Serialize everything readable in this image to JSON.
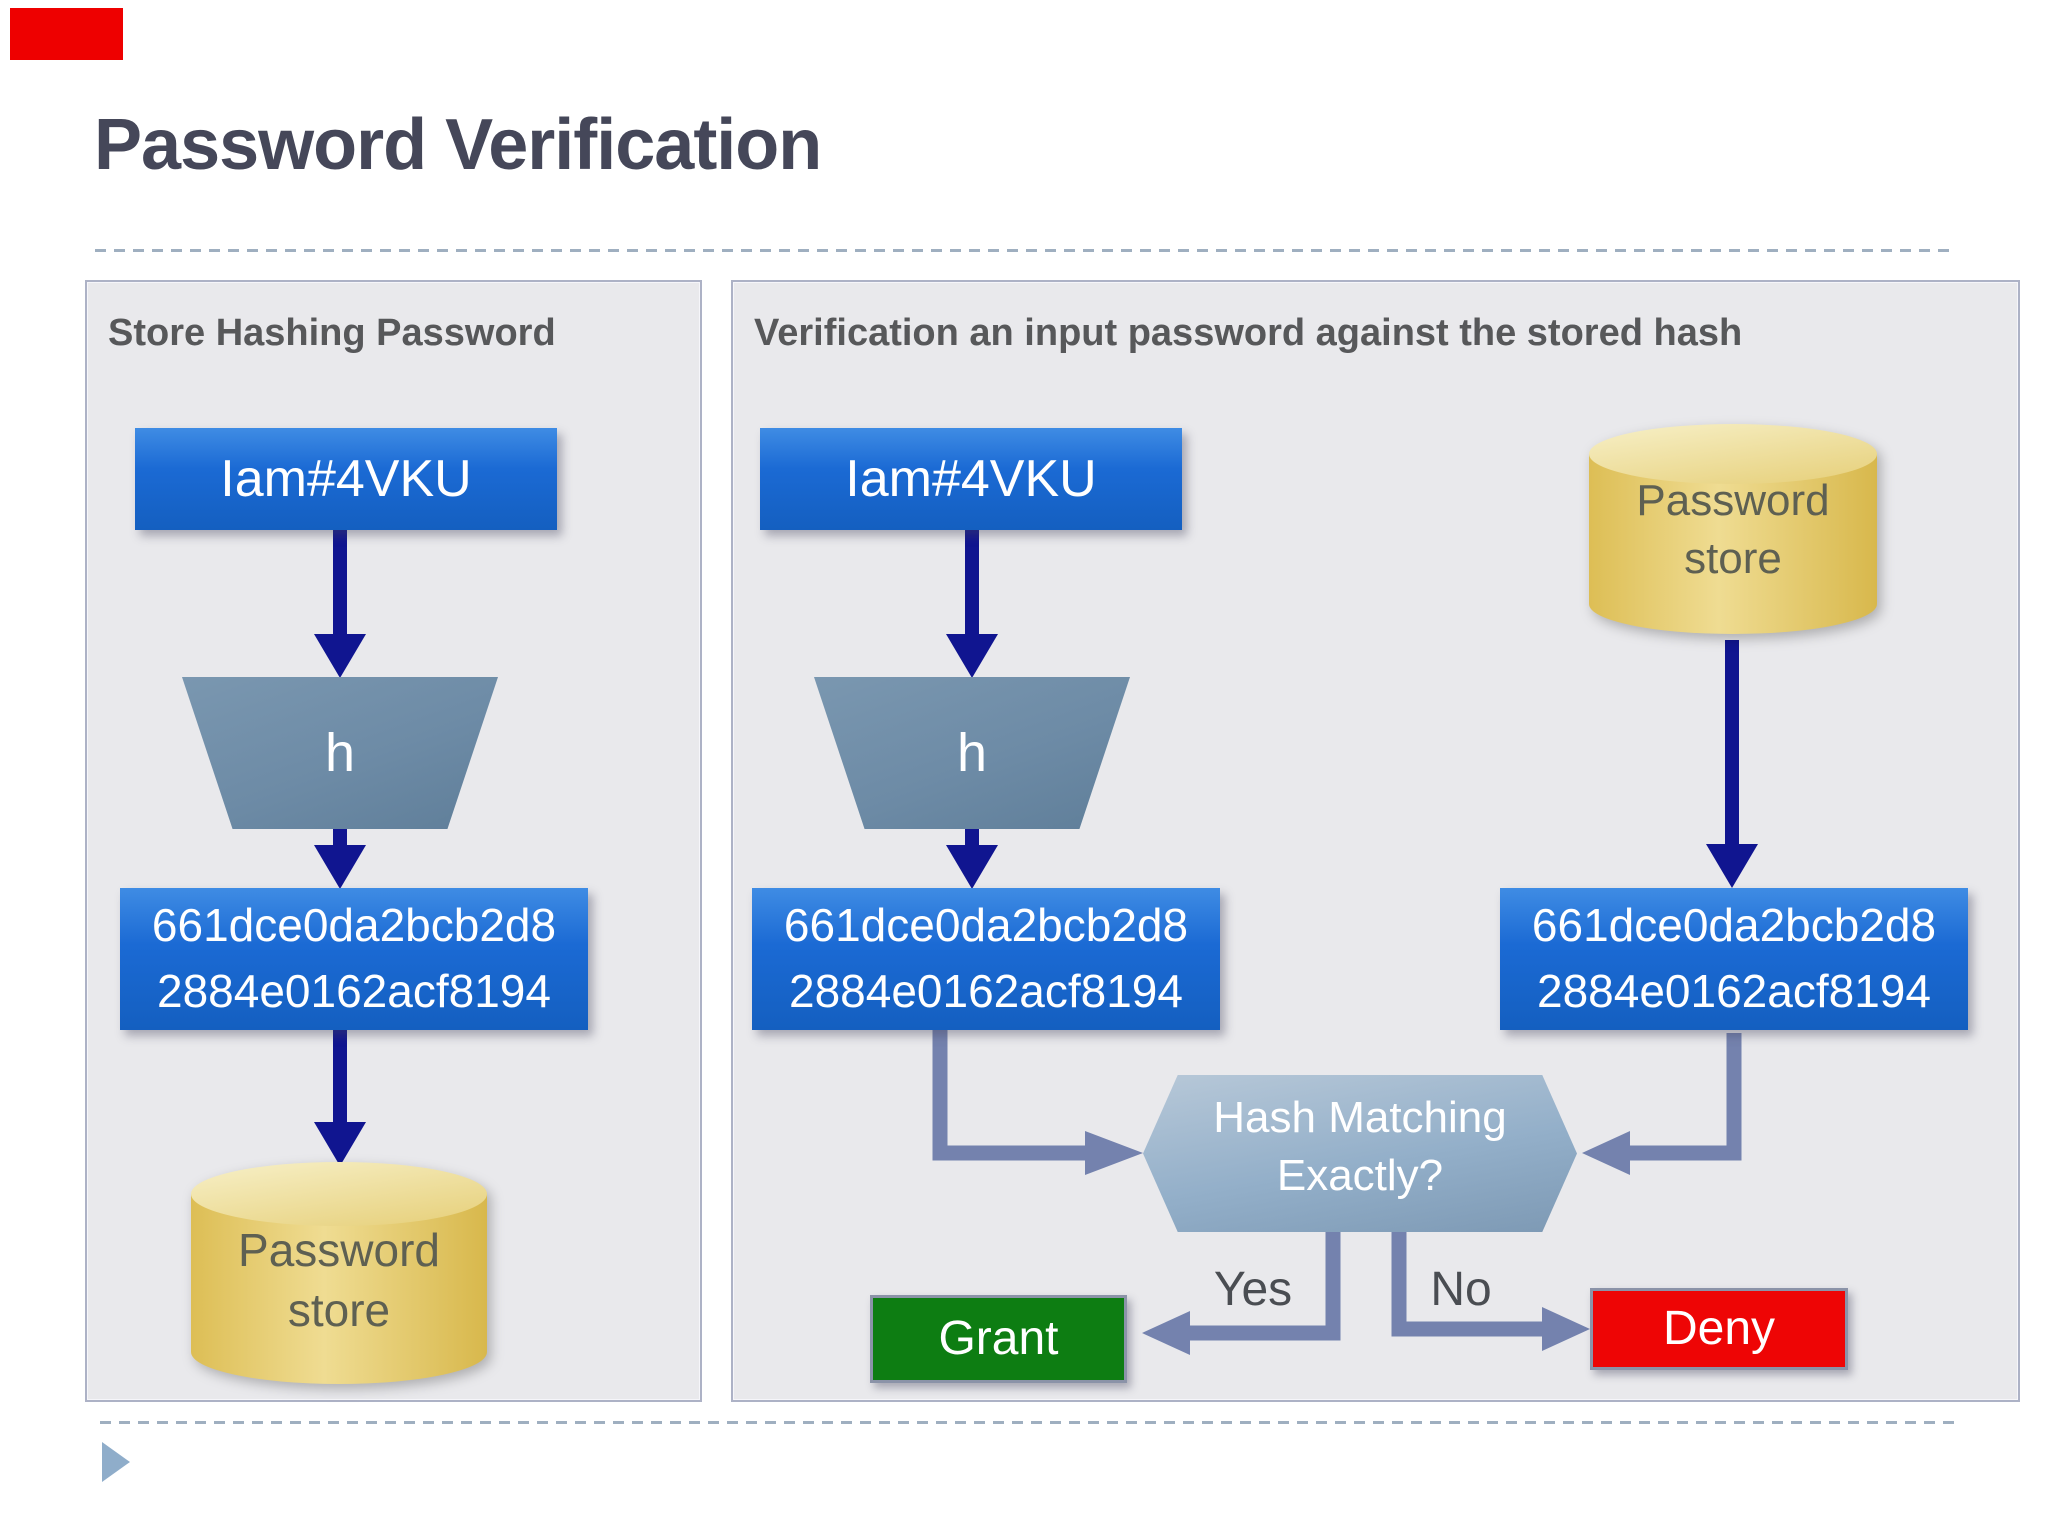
{
  "title": "Password Verification",
  "left_panel": {
    "header": "Store Hashing Password",
    "password_box": "Iam#4VKU",
    "hash_function_label": "h",
    "hash_box": {
      "line1": "661dce0da2bcb2d8",
      "line2": "2884e0162acf8194"
    },
    "password_store": {
      "line1": "Password",
      "line2": "store"
    }
  },
  "right_panel": {
    "header": "Verification an input password against the stored hash",
    "password_box": "Iam#4VKU",
    "hash_function_label": "h",
    "computed_hash_box": {
      "line1": "661dce0da2bcb2d8",
      "line2": "2884e0162acf8194"
    },
    "password_store": {
      "line1": "Password",
      "line2": "store"
    },
    "stored_hash_box": {
      "line1": "661dce0da2bcb2d8",
      "line2": "2884e0162acf8194"
    },
    "decision": {
      "line1": "Hash Matching",
      "line2": "Exactly?"
    },
    "yes_label": "Yes",
    "no_label": "No",
    "grant_label": "Grant",
    "deny_label": "Deny"
  },
  "colors": {
    "marker_red": "#ee0000",
    "password_box_blue": "#1b6ad4",
    "funnel_steel_blue": "#6d8ba6",
    "cylinder_gold": "#e8cc64",
    "decision_hexagon_blue": "#93afc9",
    "grant_green": "#0d7d12",
    "deny_red": "#ee0505",
    "flow_arrow_navy": "#101590",
    "connector_slate": "#7482ae"
  }
}
